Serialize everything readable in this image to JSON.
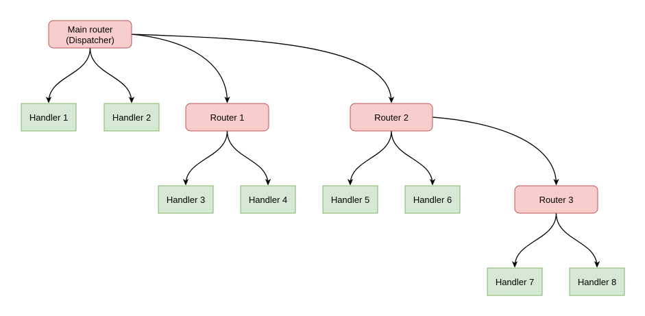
{
  "diagram_type": "routing-tree-flowchart",
  "colors": {
    "background": "#ffffff",
    "text_color": "#000000",
    "edge_color": "#000000",
    "router_fill": "#f8cecc",
    "router_stroke": "#b85450",
    "handler_fill": "#d5e8d4",
    "handler_stroke": "#82b366"
  },
  "nodes": {
    "main_router": {
      "label": "Main router",
      "sublabel": "(Dispatcher)",
      "kind": "router"
    },
    "router_1": {
      "label": "Router 1",
      "kind": "router"
    },
    "router_2": {
      "label": "Router 2",
      "kind": "router"
    },
    "router_3": {
      "label": "Router 3",
      "kind": "router"
    },
    "handler_1": {
      "label": "Handler 1",
      "kind": "handler"
    },
    "handler_2": {
      "label": "Handler 2",
      "kind": "handler"
    },
    "handler_3": {
      "label": "Handler 3",
      "kind": "handler"
    },
    "handler_4": {
      "label": "Handler 4",
      "kind": "handler"
    },
    "handler_5": {
      "label": "Handler 5",
      "kind": "handler"
    },
    "handler_6": {
      "label": "Handler 6",
      "kind": "handler"
    },
    "handler_7": {
      "label": "Handler 7",
      "kind": "handler"
    },
    "handler_8": {
      "label": "Handler 8",
      "kind": "handler"
    }
  },
  "edges": [
    {
      "from": "main_router",
      "to": "handler_1"
    },
    {
      "from": "main_router",
      "to": "handler_2"
    },
    {
      "from": "main_router",
      "to": "router_1"
    },
    {
      "from": "main_router",
      "to": "router_2"
    },
    {
      "from": "router_1",
      "to": "handler_3"
    },
    {
      "from": "router_1",
      "to": "handler_4"
    },
    {
      "from": "router_2",
      "to": "handler_5"
    },
    {
      "from": "router_2",
      "to": "handler_6"
    },
    {
      "from": "router_2",
      "to": "router_3"
    },
    {
      "from": "router_3",
      "to": "handler_7"
    },
    {
      "from": "router_3",
      "to": "handler_8"
    }
  ]
}
